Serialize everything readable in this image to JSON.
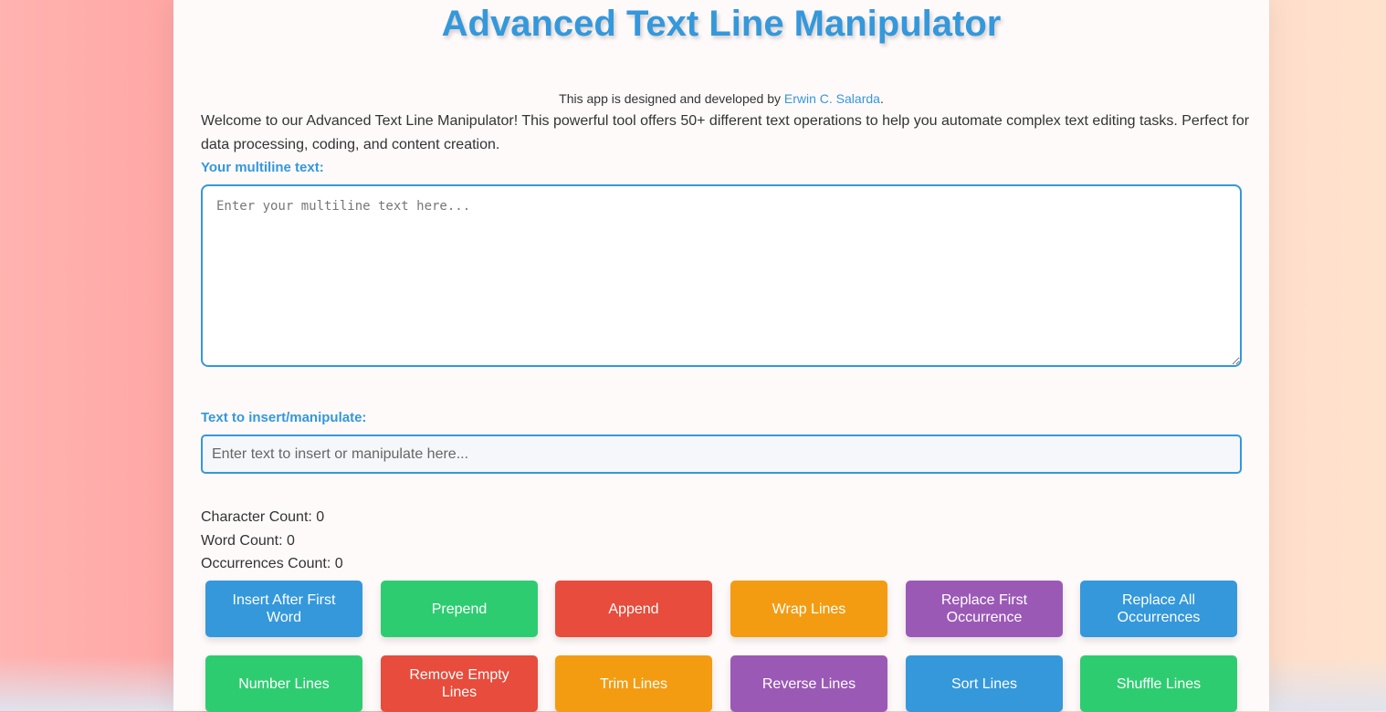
{
  "title": "Advanced Text Line Manipulator",
  "credit": {
    "prefix": "This app is designed and developed by ",
    "author": "Erwin C. Salarda",
    "suffix": "."
  },
  "intro": "Welcome to our Advanced Text Line Manipulator! This powerful tool offers 50+ different text operations to help you automate complex text editing tasks. Perfect for data processing, coding, and content creation.",
  "multiline": {
    "label": "Your multiline text:",
    "placeholder": "Enter your multiline text here...",
    "value": ""
  },
  "manip": {
    "label": "Text to insert/manipulate:",
    "placeholder": "Enter text to insert or manipulate here...",
    "value": ""
  },
  "stats": {
    "characters": "Character Count: 0",
    "words": "Word Count: 0",
    "occurrences": "Occurrences Count: 0"
  },
  "colors": {
    "blue": "#3498db",
    "green": "#2ecc71",
    "red": "#e74c3c",
    "orange": "#f39c12",
    "purple": "#9b59b6"
  },
  "buttons": [
    {
      "label": "Insert After First Word",
      "color": "#3498db"
    },
    {
      "label": "Prepend",
      "color": "#2ecc71"
    },
    {
      "label": "Append",
      "color": "#e74c3c"
    },
    {
      "label": "Wrap Lines",
      "color": "#f39c12"
    },
    {
      "label": "Replace First Occurrence",
      "color": "#9b59b6"
    },
    {
      "label": "Replace All Occurrences",
      "color": "#3498db"
    },
    {
      "label": "Number Lines",
      "color": "#2ecc71"
    },
    {
      "label": "Remove Empty Lines",
      "color": "#e74c3c"
    },
    {
      "label": "Trim Lines",
      "color": "#f39c12"
    },
    {
      "label": "Reverse Lines",
      "color": "#9b59b6"
    },
    {
      "label": "Sort Lines",
      "color": "#3498db"
    },
    {
      "label": "Shuffle Lines",
      "color": "#2ecc71"
    }
  ]
}
